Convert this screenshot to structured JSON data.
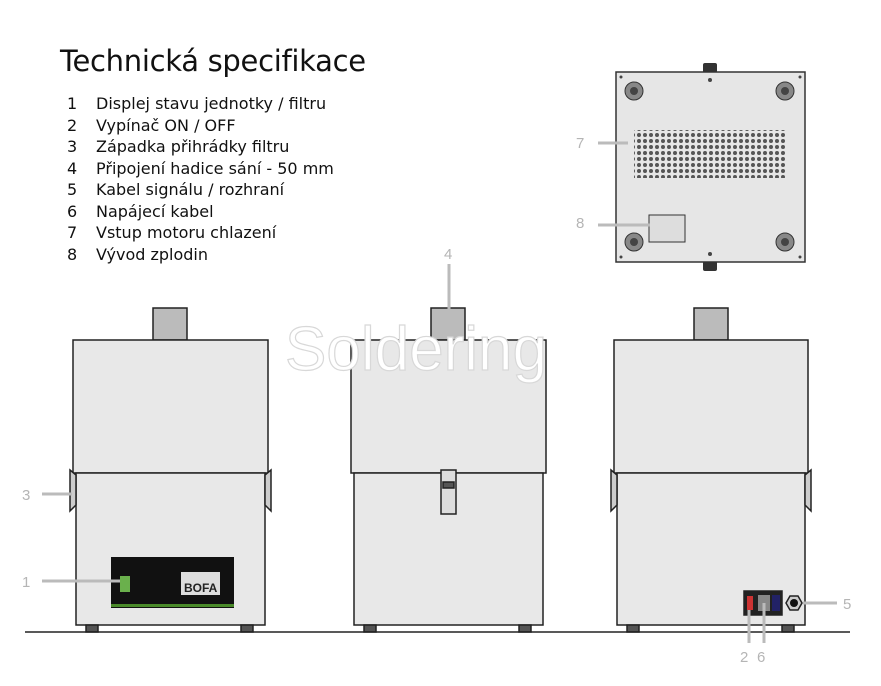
{
  "title": "Technická specifikace",
  "legend": [
    {
      "num": "1",
      "text": "Displej stavu jednotky / filtru"
    },
    {
      "num": "2",
      "text": "Vypínač ON / OFF"
    },
    {
      "num": "3",
      "text": "Západka přihrádky filtru"
    },
    {
      "num": "4",
      "text": "Připojení hadice sání - 50 mm"
    },
    {
      "num": "5",
      "text": "Kabel signálu / rozhraní"
    },
    {
      "num": "6",
      "text": "Napájecí kabel"
    },
    {
      "num": "7",
      "text": "Vstup motoru chlazení"
    },
    {
      "num": "8",
      "text": "Vývod zplodin"
    }
  ],
  "callouts": {
    "c1": "1",
    "c2": "2",
    "c3": "3",
    "c4": "4",
    "c5": "5",
    "c6": "6",
    "c7": "7",
    "c8": "8"
  },
  "panel_logo": "BOFA",
  "watermark": "Soldering"
}
